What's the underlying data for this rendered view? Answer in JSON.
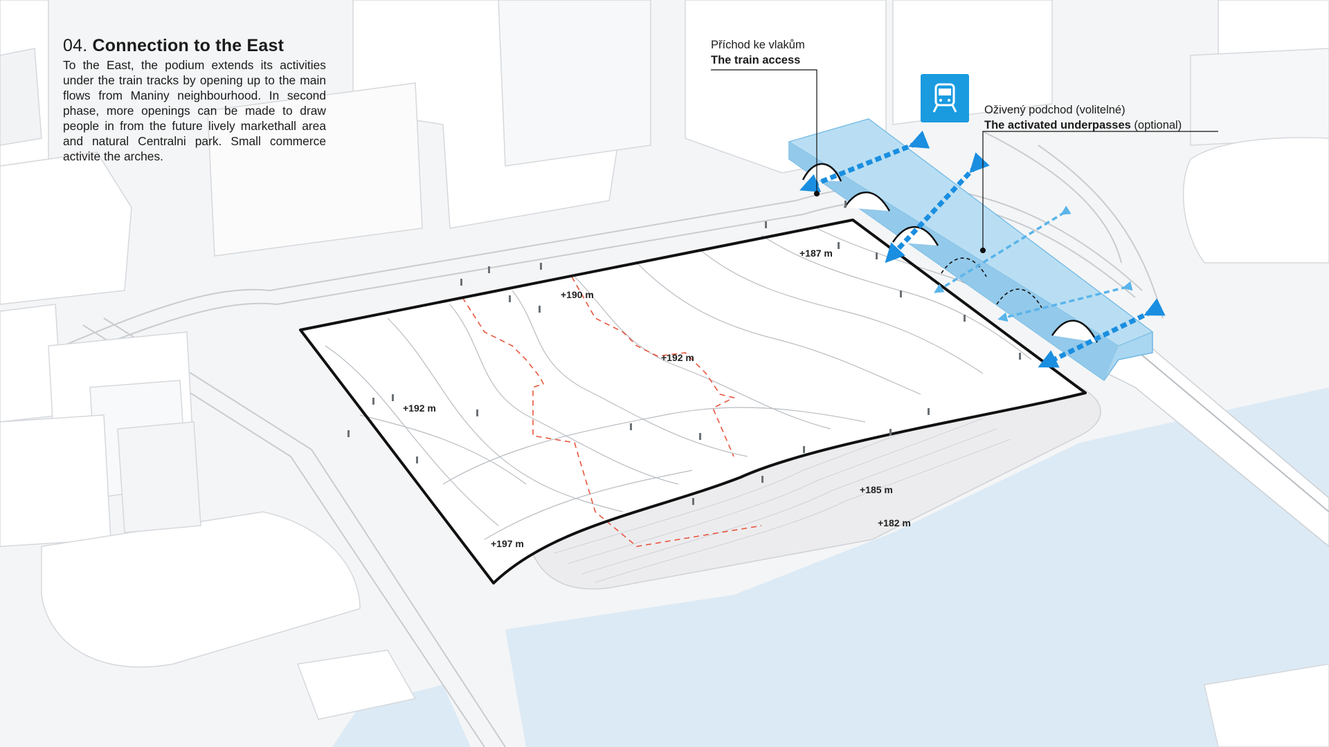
{
  "intro": {
    "number": "04.",
    "title": "Connection to the East",
    "body": "To the East, the podium extends its activities under the train tracks by opening up to the main flows from Maniny neighbourhood. In second phase, more openings can be made to draw people in from the future lively markethall area and natural Centralni park. Small commerce activite the arches."
  },
  "callouts": {
    "train_access": {
      "cz": "Příchod ke vlakům",
      "en": "The train access"
    },
    "underpasses": {
      "cz": "Oživený podchod (volitelné)",
      "en_bold": "The activated underpasses",
      "en_rest": " (optional)"
    }
  },
  "elevations": {
    "e187": "+187 m",
    "e190": "+190 m",
    "e192a": "+192 m",
    "e192b": "+192 m",
    "e185": "+185 m",
    "e182": "+182 m",
    "e197": "+197 m"
  },
  "icons": {
    "train": "train-icon"
  },
  "colors": {
    "background": "#f4f5f6",
    "building": "#ffffff",
    "water": "#dceaf5",
    "bridge_highlight": "#a9d6f0",
    "arrow_primary": "#1a8ee0",
    "arrow_secondary": "#5ab4ea",
    "site_outline": "#111111",
    "phase_line": "#e8553d"
  }
}
